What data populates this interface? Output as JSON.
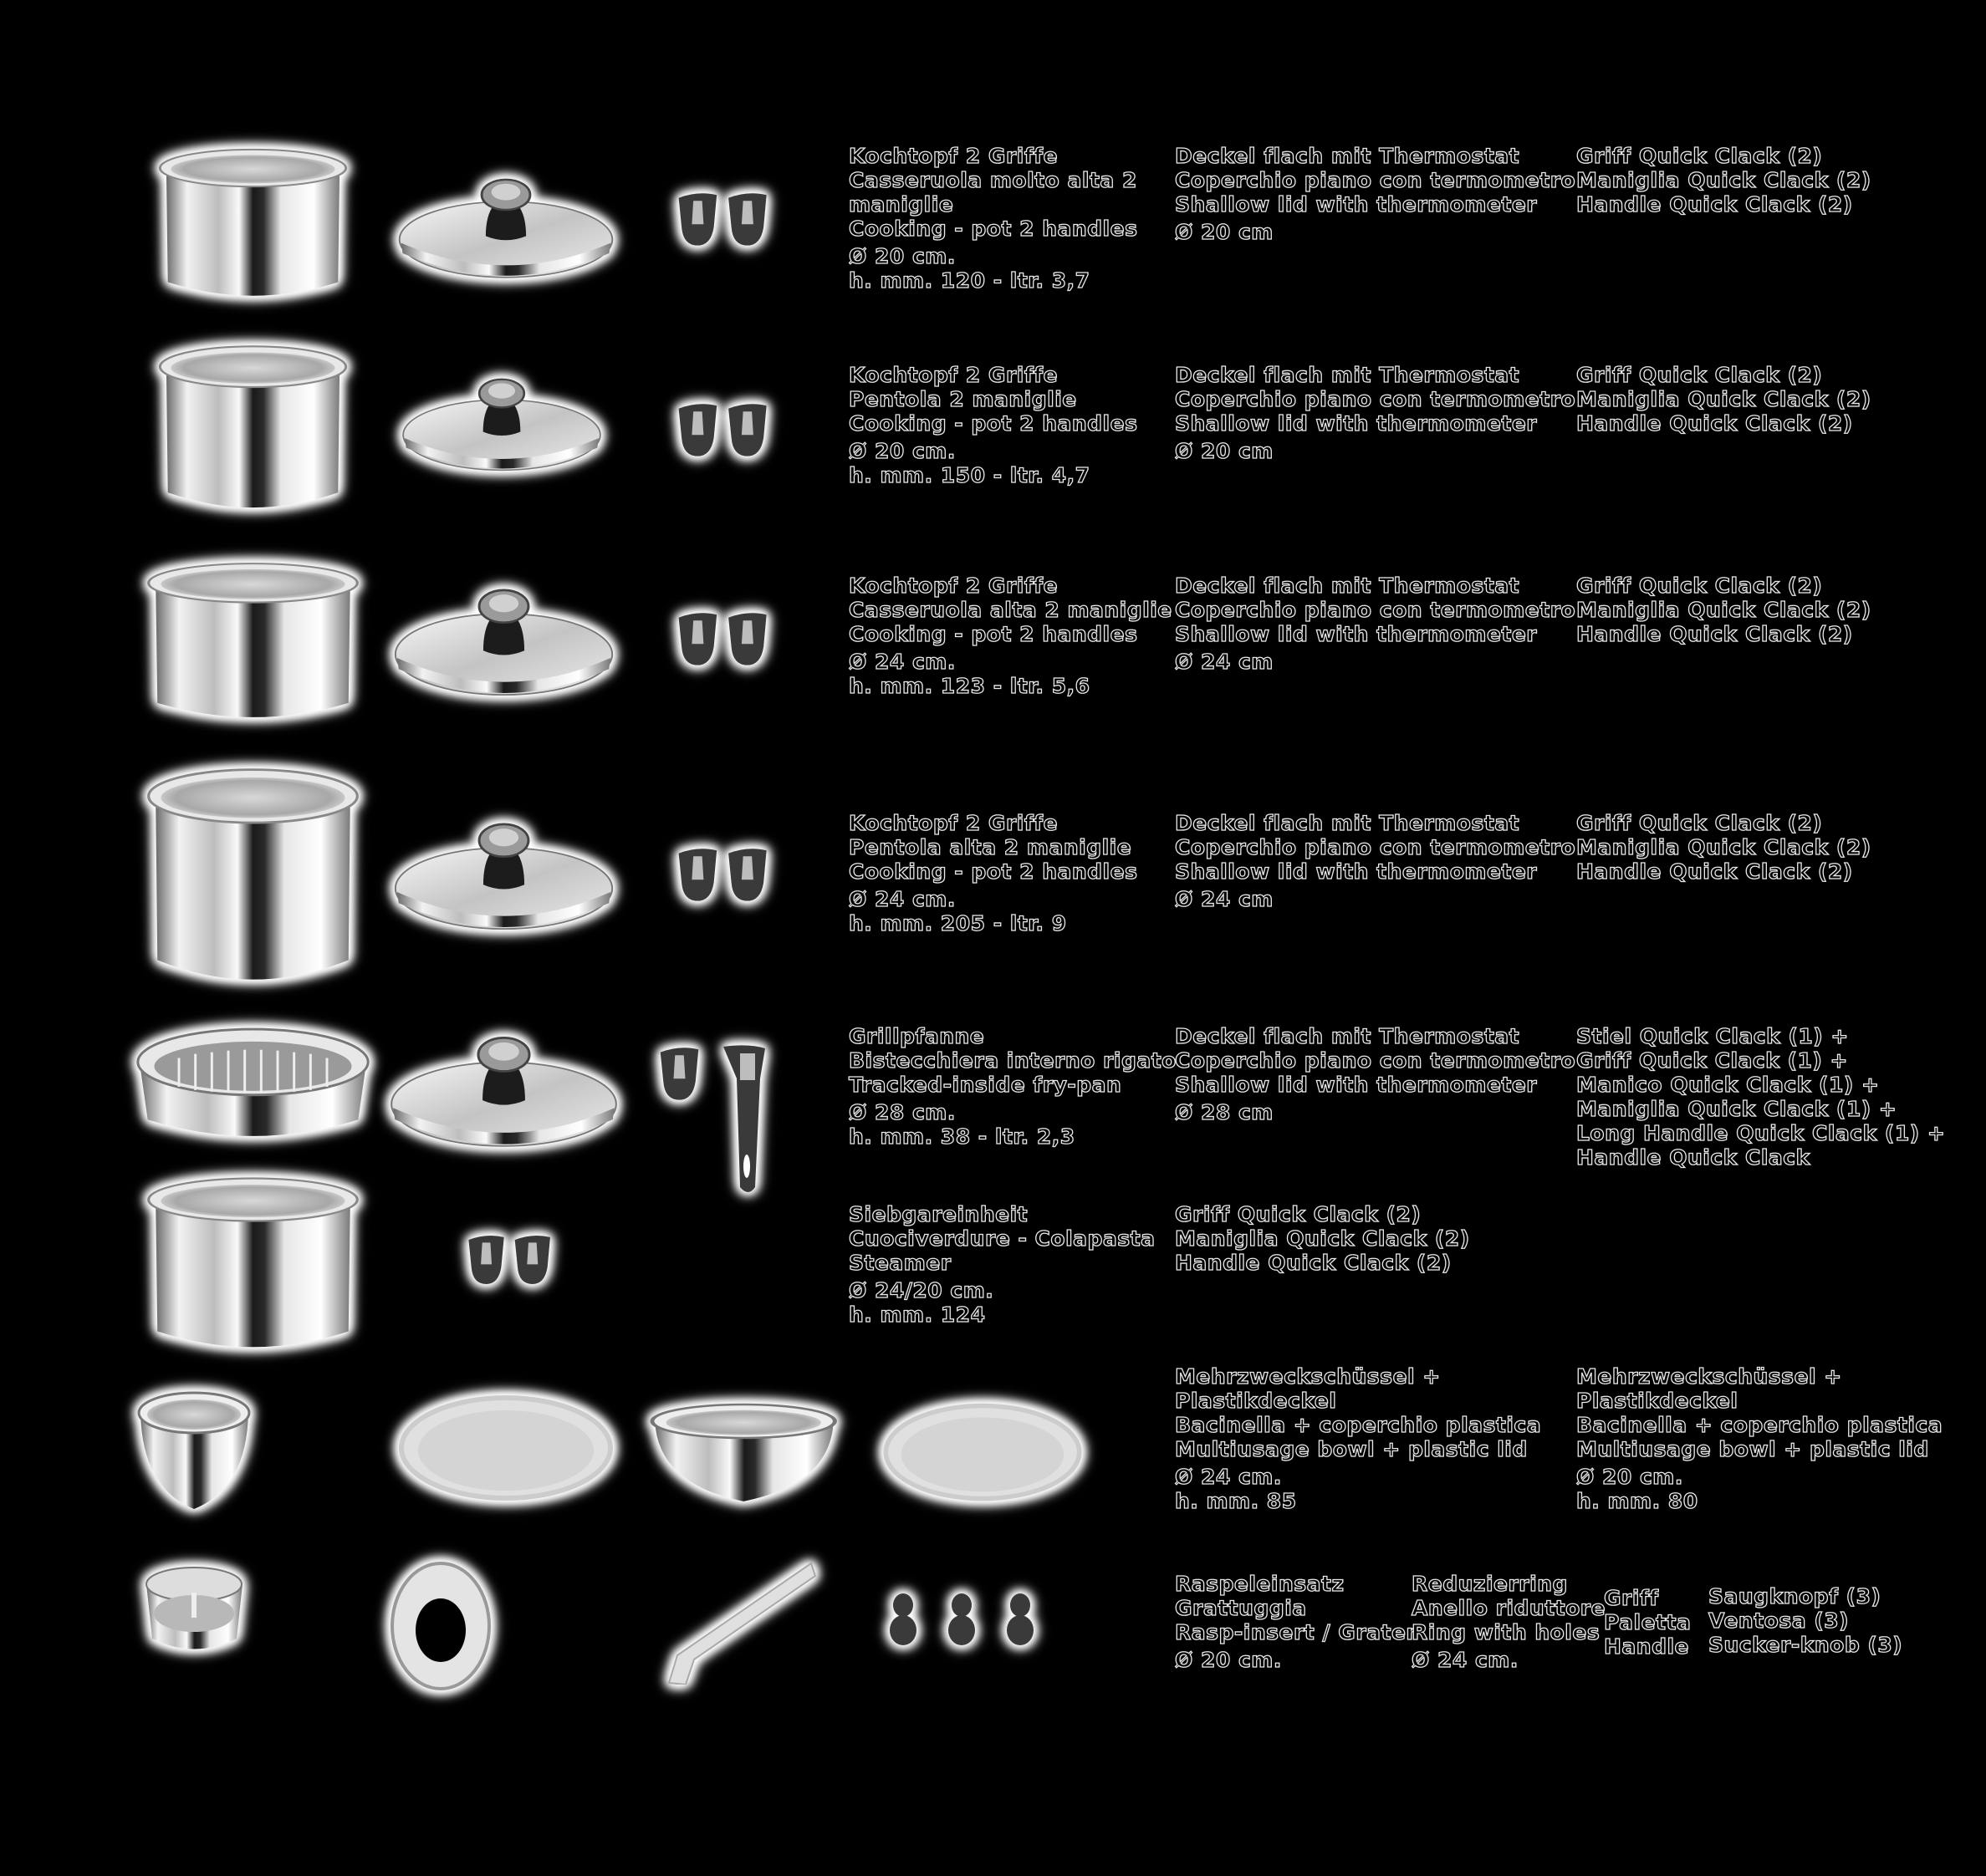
{
  "rows": [
    {
      "product": {
        "lines": [
          "Kochtopf 2 Griffe",
          "Casseruola molto alta 2",
          "maniglie",
          "Cooking - pot 2 handles"
        ],
        "size": "Ø 20 cm.",
        "dims": "h. mm. 120 - ltr. 3,7"
      },
      "lid": {
        "lines": [
          "Deckel flach mit Thermostat",
          "Coperchio piano con termometro",
          "Shallow lid with thermometer"
        ],
        "size": "Ø 20 cm"
      },
      "handles": {
        "lines": [
          "Griff Quick Clack (2)",
          "Maniglia Quick Clack (2)",
          "Handle Quick Clack (2)"
        ]
      }
    },
    {
      "product": {
        "lines": [
          "Kochtopf 2 Griffe",
          "Pentola 2 maniglie",
          "Cooking - pot 2 handles"
        ],
        "size": "Ø 20 cm.",
        "dims": "h. mm. 150 - ltr. 4,7"
      },
      "lid": {
        "lines": [
          "Deckel flach mit Thermostat",
          "Coperchio piano con termometro",
          "Shallow lid with thermometer"
        ],
        "size": "Ø 20 cm"
      },
      "handles": {
        "lines": [
          "Griff Quick Clack (2)",
          "Maniglia Quick Clack (2)",
          "Handle Quick Clack (2)"
        ]
      }
    },
    {
      "product": {
        "lines": [
          "Kochtopf 2 Griffe",
          "Casseruola alta 2 maniglie",
          "Cooking - pot 2 handles"
        ],
        "size": "Ø 24 cm.",
        "dims": "h. mm. 123 - ltr. 5,6"
      },
      "lid": {
        "lines": [
          "Deckel flach mit Thermostat",
          "Coperchio piano con termometro",
          "Shallow lid with thermometer"
        ],
        "size": "Ø 24 cm"
      },
      "handles": {
        "lines": [
          "Griff Quick Clack (2)",
          "Maniglia Quick Clack (2)",
          "Handle Quick Clack (2)"
        ]
      }
    },
    {
      "product": {
        "lines": [
          "Kochtopf 2 Griffe",
          "Pentola alta 2 maniglie",
          "Cooking - pot 2 handles"
        ],
        "size": "Ø 24 cm.",
        "dims": "h. mm. 205 - ltr. 9"
      },
      "lid": {
        "lines": [
          "Deckel flach mit Thermostat",
          "Coperchio piano con termometro",
          "Shallow lid with thermometer"
        ],
        "size": "Ø 24 cm"
      },
      "handles": {
        "lines": [
          "Griff Quick Clack (2)",
          "Maniglia Quick Clack (2)",
          "Handle Quick Clack (2)"
        ]
      }
    },
    {
      "product": {
        "lines": [
          "Grillpfanne",
          "Bistecchiera interno rigato",
          "Tracked-inside fry-pan"
        ],
        "size": "Ø 28 cm.",
        "dims": "h. mm. 38 - ltr. 2,3"
      },
      "lid": {
        "lines": [
          "Deckel flach mit Thermostat",
          "Coperchio piano con termometro",
          "Shallow lid with thermometer"
        ],
        "size": "Ø 28 cm"
      },
      "handles": {
        "lines": [
          "Stiel Quick Clack (1) +",
          "Griff Quick Clack (1) +",
          "Manico Quick Clack (1) +",
          "Maniglia Quick Clack (1) +",
          "Long Handle Quick Clack (1) +",
          "Handle Quick Clack"
        ]
      }
    },
    {
      "product": {
        "lines": [
          "Siebgareinheit",
          "Cuociverdure - Colapasta",
          "Steamer"
        ],
        "size": "Ø 24/20 cm.",
        "dims": "h. mm. 124"
      },
      "handles": {
        "lines": [
          "Griff Quick Clack (2)",
          "Maniglia Quick Clack (2)",
          "Handle Quick Clack (2)"
        ]
      }
    }
  ],
  "bowls": [
    {
      "lines": [
        "Mehrzweckschüssel +",
        "Plastikdeckel",
        "Bacinella + coperchio plastica",
        "Multiusage bowl + plastic lid"
      ],
      "size": "Ø 24 cm.",
      "dims": "h. mm. 85"
    },
    {
      "lines": [
        "Mehrzweckschüssel +",
        "Plastikdeckel",
        "Bacinella + coperchio plastica",
        "Multiusage bowl + plastic lid"
      ],
      "size": "Ø 20 cm.",
      "dims": "h. mm. 80"
    }
  ],
  "accessories": {
    "grater": {
      "lines": [
        "Raspeleinsatz",
        "Grattuggia",
        "Rasp-insert / Grater"
      ],
      "size": "Ø 20 cm."
    },
    "ring": {
      "lines": [
        "Reduzierring",
        "Anello riduttore",
        "Ring with holes"
      ],
      "size": "Ø 24 cm."
    },
    "handle": {
      "lines": [
        "Griff",
        "Paletta",
        "Handle"
      ]
    },
    "knobs": {
      "lines": [
        "Saugknopf (3)",
        "Ventosa (3)",
        "Sucker-knob (3)"
      ]
    }
  },
  "colors": {
    "background": "#000000",
    "outline": "#ffffff",
    "steel": "#c8c8c8",
    "plastic": "#3a3a3a"
  }
}
